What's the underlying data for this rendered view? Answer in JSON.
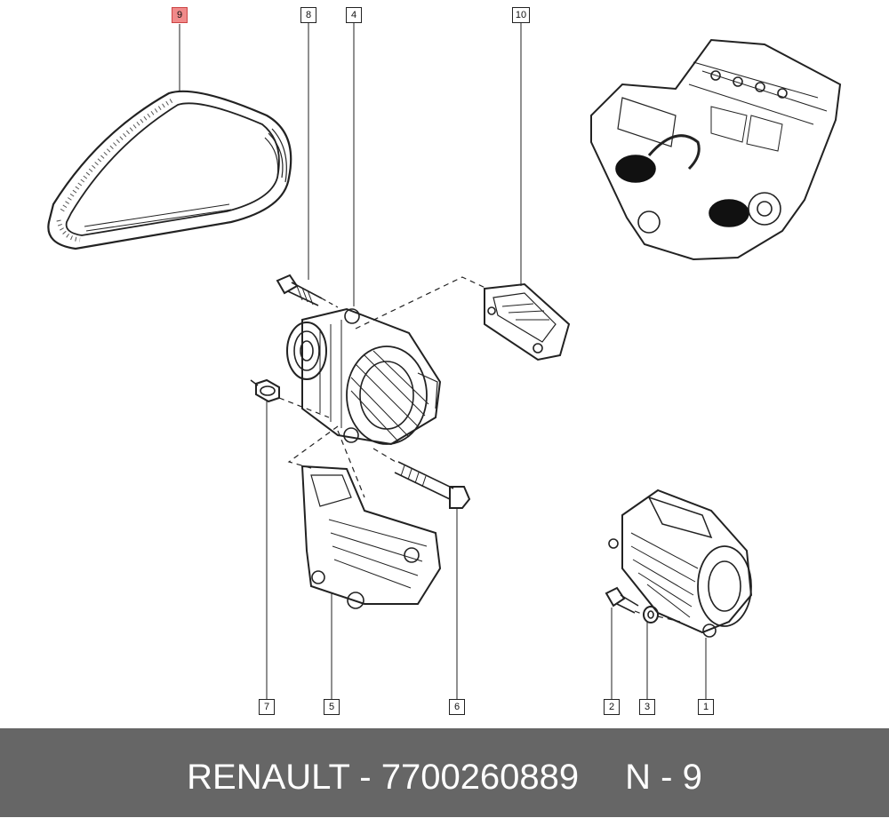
{
  "callouts": {
    "c1": "1",
    "c2": "2",
    "c3": "3",
    "c4": "4",
    "c5": "5",
    "c6": "6",
    "c7": "7",
    "c8": "8",
    "c9": "9",
    "c10": "10"
  },
  "highlighted_callout": "9",
  "footer": {
    "brand": "RENAULT",
    "separator": " - ",
    "part_number": "7700260889",
    "position": "N - 9"
  },
  "colors": {
    "footer_bg": "#666666",
    "highlight": "#f08a8a",
    "line": "#222222"
  }
}
